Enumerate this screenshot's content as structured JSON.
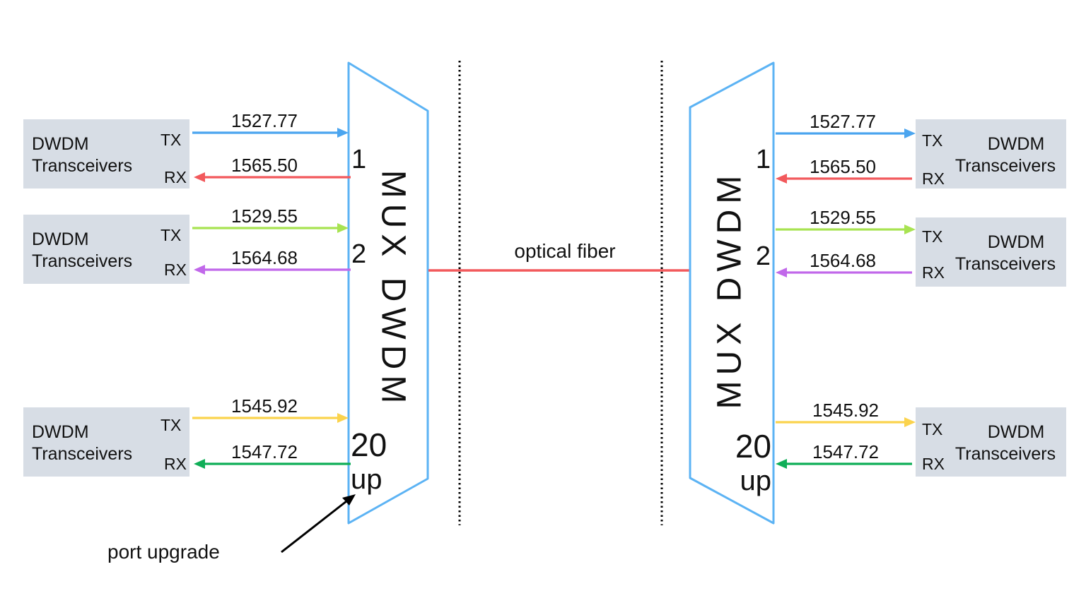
{
  "diagram": {
    "transceiver": {
      "line1": "DWDM",
      "line2": "Transceivers",
      "tx": "TX",
      "rx": "RX"
    },
    "mux": {
      "label": "MUX DWDM",
      "up_port": "up"
    },
    "channels": [
      {
        "port": "1",
        "tx_nm": "1527.77",
        "rx_nm": "1565.50"
      },
      {
        "port": "2",
        "tx_nm": "1529.55",
        "rx_nm": "1564.68"
      },
      {
        "port": "20",
        "tx_nm": "1545.92",
        "rx_nm": "1547.72"
      }
    ],
    "fiber_label": "optical fiber",
    "port_upgrade_label": "port upgrade"
  },
  "colors": {
    "box_fill": "#d7dde5",
    "mux_stroke": "#5cb3f4",
    "mux_text": "#4d59a8",
    "ch1_tx": "#4ba5ef",
    "ch1_rx": "#f2595c",
    "ch2_tx": "#a8e352",
    "ch2_rx": "#c168ea",
    "ch20_tx": "#fbd34d",
    "ch20_rx": "#0fae57",
    "fiber": "#f2595c",
    "annotation": "#000000"
  }
}
